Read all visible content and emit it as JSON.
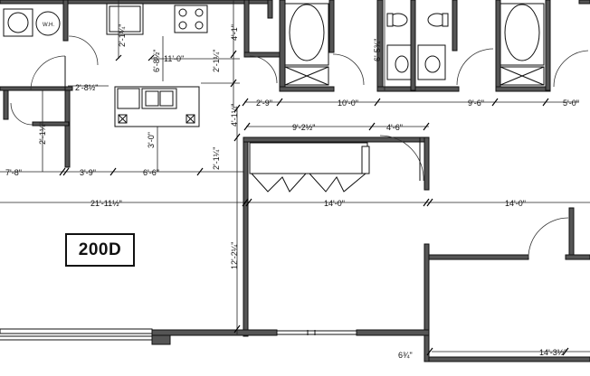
{
  "unit": {
    "name": "200D"
  },
  "appliance_label": "W.H.",
  "dimensions": {
    "d1": "2'-1¼\"",
    "d2": "6'-8½\"",
    "d3": "2'-1¼\"",
    "d4": "4'-1\"",
    "d5": "6'-5¾\"",
    "d6": "2'-8½\"",
    "d7": "11'-0\"",
    "d8": "2'-9\"",
    "d9": "10'-0\"",
    "d10": "9'-6\"",
    "d11": "5'-0\"",
    "d12": "4'-1¼\"",
    "d13": "9'-2½\"",
    "d14": "4'-6\"",
    "d15": "2'-1¼\"",
    "d16": "2'-1¼\"",
    "d17": "3'-0\"",
    "d18": "7'-8\"",
    "d19": "3'-9\"",
    "d20": "6'-6\"",
    "d21": "21'-11½\"",
    "d22": "14'-0\"",
    "d23": "14'-0\"",
    "d24": "12'-2¼\"",
    "d25": "6¾\"",
    "d26": "14'-3½\""
  }
}
